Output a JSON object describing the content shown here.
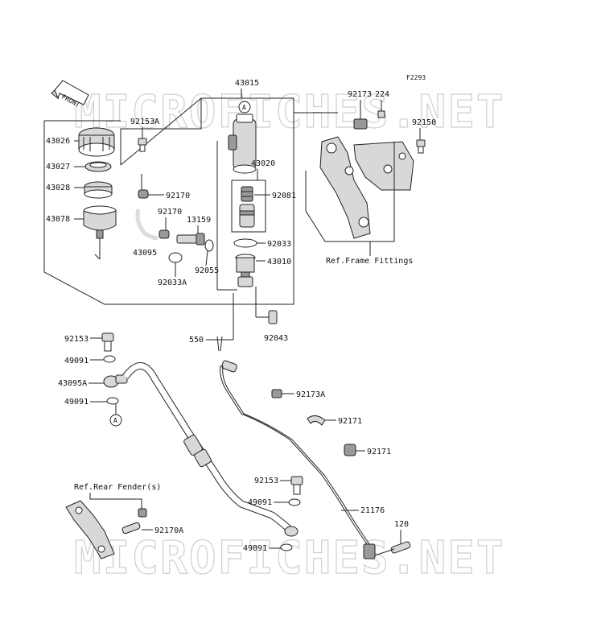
{
  "diagram_code": "F2293",
  "front_label": "FRONT",
  "watermark": "MICROFICHES.NET",
  "callout_letter": "A",
  "ref_labels": {
    "frame": "Ref.Frame Fittings",
    "rear_fender": "Ref.Rear Fender(s)"
  },
  "parts": {
    "p43015": "43015",
    "p92153A": "92153A",
    "p43026": "43026",
    "p43027": "43027",
    "p43028": "43028",
    "p43078": "43078",
    "p92170a": "92170",
    "p92170b": "92170",
    "p13159": "13159",
    "p43095": "43095",
    "p92033A": "92033A",
    "p92055": "92055",
    "p43020": "43020",
    "p92081": "92081",
    "p92033": "92033",
    "p43010": "43010",
    "p92043": "92043",
    "p550": "550",
    "p92173": "92173",
    "p224": "224",
    "p92150": "92150",
    "p92153a": "92153",
    "p49091a": "49091",
    "p43095A": "43095A",
    "p49091b": "49091",
    "p92173A": "92173A",
    "p92171a": "92171",
    "p92171b": "92171",
    "p92153b": "92153",
    "p49091c": "49091",
    "p21176": "21176",
    "p120": "120",
    "p49091d": "49091",
    "p92170A": "92170A"
  }
}
